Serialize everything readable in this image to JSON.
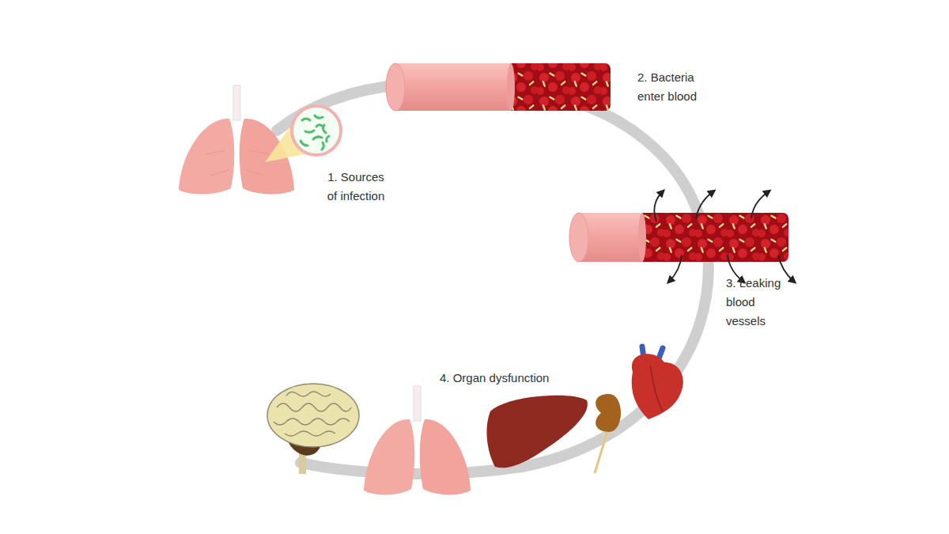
{
  "diagram": {
    "labels": [
      "1. Sources of infection",
      "2. Bacteria enter blood",
      "3. Leaking blood vessels",
      "4. Organ dysfunction"
    ]
  }
}
